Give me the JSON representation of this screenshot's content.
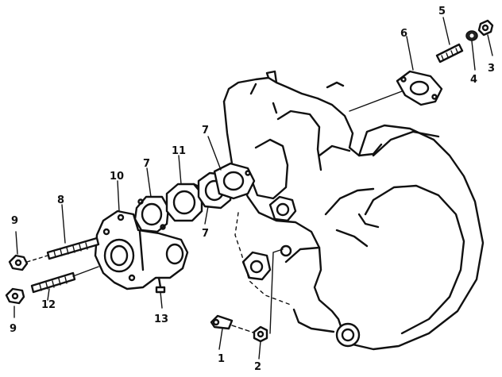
{
  "callouts": [
    {
      "id": "c1",
      "label": "1"
    },
    {
      "id": "c2",
      "label": "2"
    },
    {
      "id": "c3",
      "label": "3"
    },
    {
      "id": "c4",
      "label": "4"
    },
    {
      "id": "c5",
      "label": "5"
    },
    {
      "id": "c6",
      "label": "6"
    },
    {
      "id": "c7a",
      "label": "7"
    },
    {
      "id": "c7b",
      "label": "7"
    },
    {
      "id": "c7c",
      "label": "7"
    },
    {
      "id": "c8",
      "label": "8"
    },
    {
      "id": "c9a",
      "label": "9"
    },
    {
      "id": "c9b",
      "label": "9"
    },
    {
      "id": "c10",
      "label": "10"
    },
    {
      "id": "c11",
      "label": "11"
    },
    {
      "id": "c12",
      "label": "12"
    },
    {
      "id": "c13",
      "label": "13"
    }
  ]
}
